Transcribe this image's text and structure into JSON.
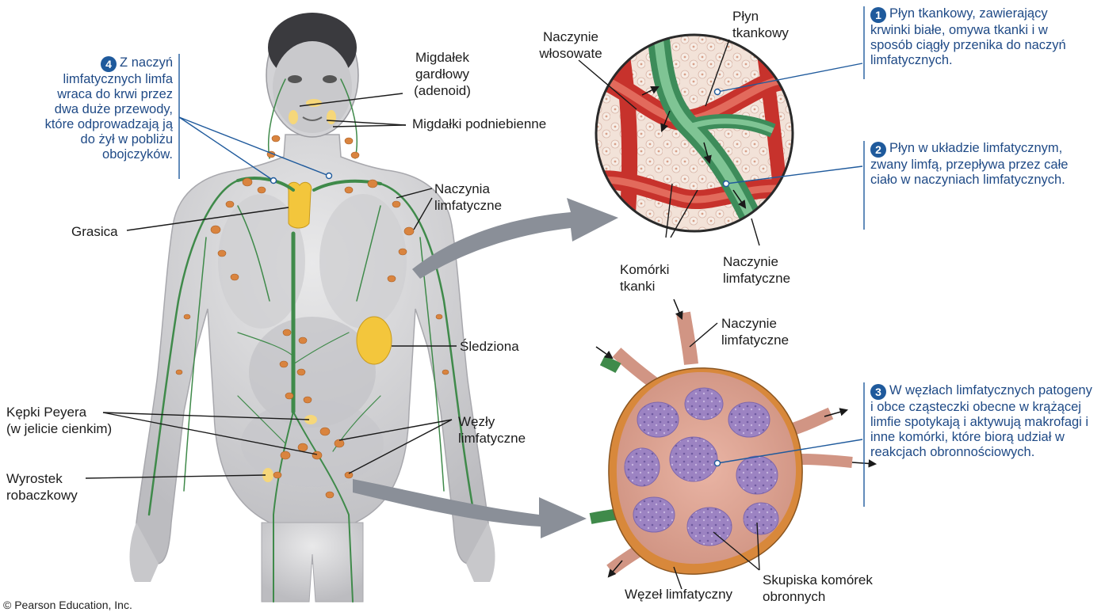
{
  "labels": {
    "adenoid": "Migdałek\ngardłowy\n(adenoid)",
    "tonsils": "Migdałki podniebienne",
    "lymph_vessels": "Naczynia\nlimfatyczne",
    "thymus": "Grasica",
    "spleen": "Śledziona",
    "peyer": "Kępki Peyera\n(w jelicie cienkim)",
    "nodes": "Węzły\nlimfatyczne",
    "appendix": "Wyrostek\nrobaczkowy",
    "capillary": "Naczynie\nwłosowate",
    "tissue_fluid": "Płyn\ntkankowy",
    "tissue_cells": "Komórki\ntkanki",
    "lymph_vessel_detail": "Naczynie\nlimfatyczne",
    "lymph_vessel_node": "Naczynie\nlimfatyczne",
    "lymph_node": "Węzeł limfatyczny",
    "defense_clusters": "Skupiska komórek\nobronnych"
  },
  "notes": [
    {
      "num": "1",
      "text": "Płyn tkankowy, zawierający krwinki białe, omywa tkanki i w sposób ciągły przenika do naczyń limfatycznych."
    },
    {
      "num": "2",
      "text": "Płyn w układzie limfatycznym, zwany limfą, przepływa przez całe ciało w naczyniach limfatycznych."
    },
    {
      "num": "3",
      "text": "W węzłach limfatycznych patogeny i obce cząsteczki obecne w krążącej limfie spotykają i aktywują makrofagi i inne komórki, które biorą udział w reakcjach obronnościowych."
    },
    {
      "num": "4",
      "text": "Z naczyń limfatycznych limfa wraca do krwi przez dwa duże przewody, które odprowadzają ją do żył w pobliżu obojczyków."
    }
  ],
  "copyright": "© Pearson Education, Inc.",
  "colors": {
    "vessel": "#3f8a4a",
    "node": "#d9843f",
    "organ": "#f3c63c",
    "note": "#1f5a9c",
    "arrow": "#8a8f98"
  }
}
